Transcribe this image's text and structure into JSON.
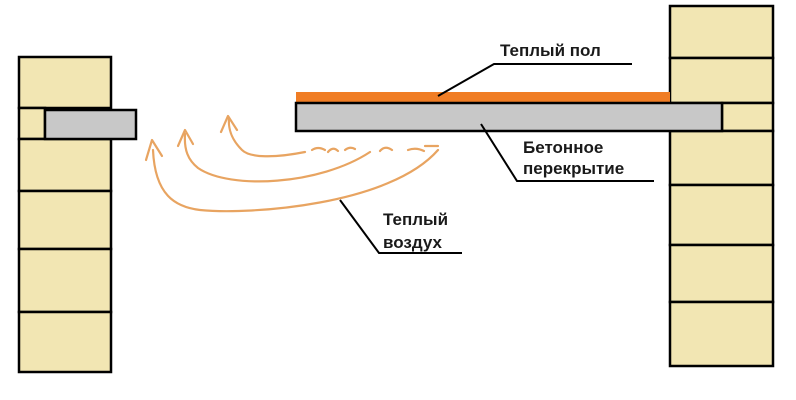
{
  "labels": {
    "warm_floor": "Теплый пол",
    "concrete_slab_line1": "Бетонное",
    "concrete_slab_line2": "перекрытие",
    "warm_air_line1": "Теплый",
    "warm_air_line2": "воздух"
  },
  "colors": {
    "brick": "#f2e6b3",
    "slab": "#c8c8c8",
    "warm_floor": "#f07d25",
    "air_arrows": "#e8a461",
    "outline": "#000000"
  }
}
